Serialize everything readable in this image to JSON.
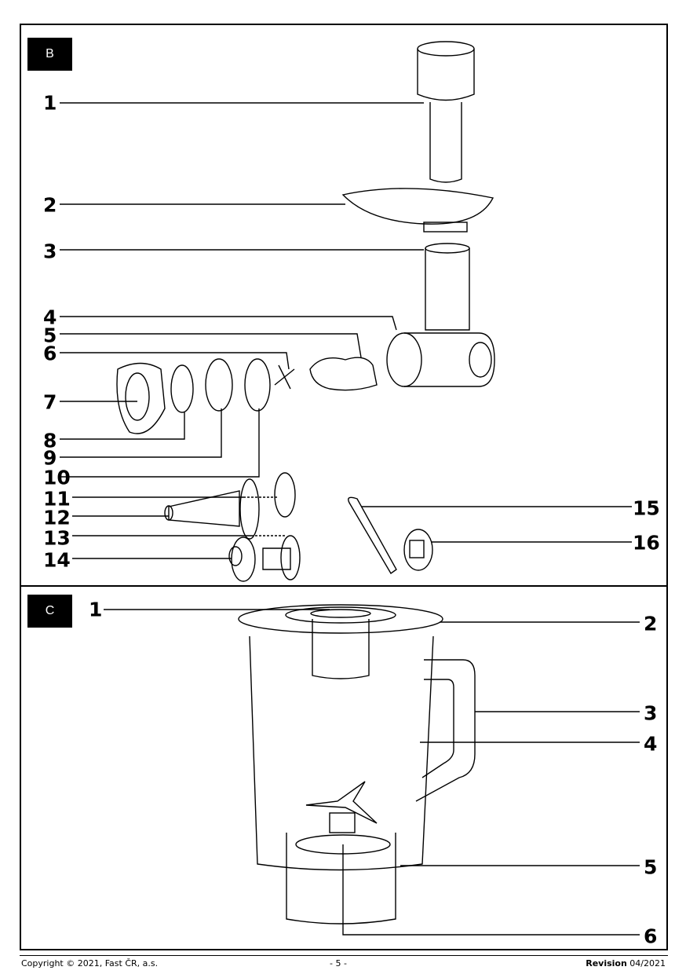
{
  "section_b": {
    "label": "B",
    "callouts": [
      "1",
      "2",
      "3",
      "4",
      "5",
      "6",
      "7",
      "8",
      "9",
      "10",
      "11",
      "12",
      "13",
      "14",
      "15",
      "16"
    ]
  },
  "section_c": {
    "label": "C",
    "callouts": [
      "1",
      "2",
      "3",
      "4",
      "5",
      "6"
    ]
  },
  "footer": {
    "copyright": "Copyright © 2021, Fast ČR, a.s.",
    "page": "- 5 -",
    "revision_label": "Revision",
    "revision_value": "04/2021"
  }
}
